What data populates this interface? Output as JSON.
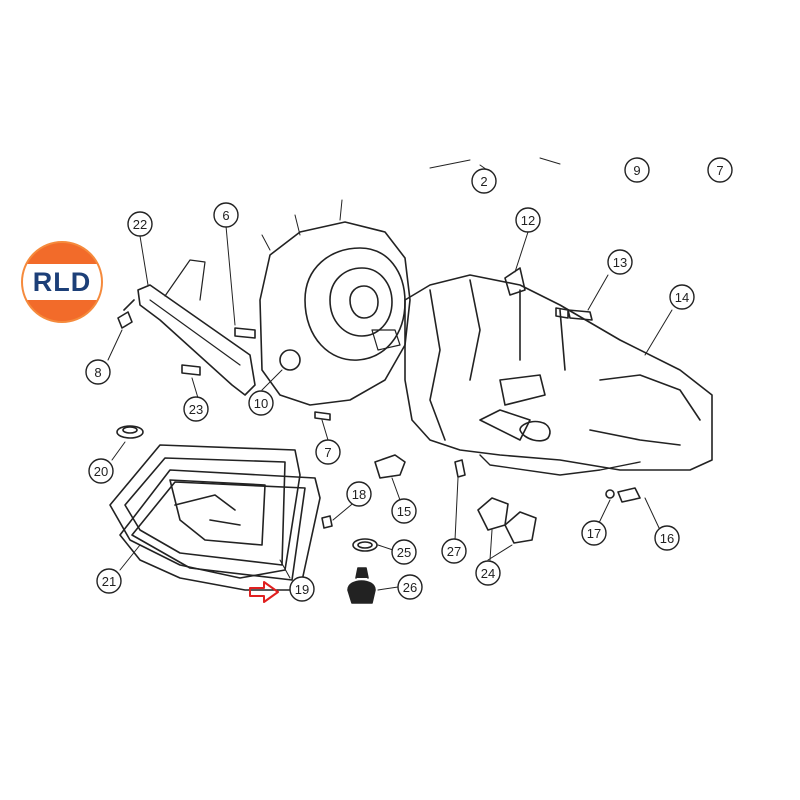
{
  "logo": {
    "text": "RLD",
    "colors": {
      "top": "#f26b2a",
      "bottom": "#f58a3c",
      "band": "#ffffff",
      "text": "#1c3f78"
    }
  },
  "diagram": {
    "callouts": [
      "2",
      "9",
      "7",
      "6",
      "22",
      "12",
      "13",
      "14",
      "8",
      "10",
      "23",
      "7",
      "20",
      "18",
      "15",
      "17",
      "16",
      "21",
      "19",
      "25",
      "27",
      "24",
      "26"
    ],
    "highlight_arrow": {
      "color": "#e02020",
      "target": "19"
    },
    "line_color": "#222222"
  }
}
